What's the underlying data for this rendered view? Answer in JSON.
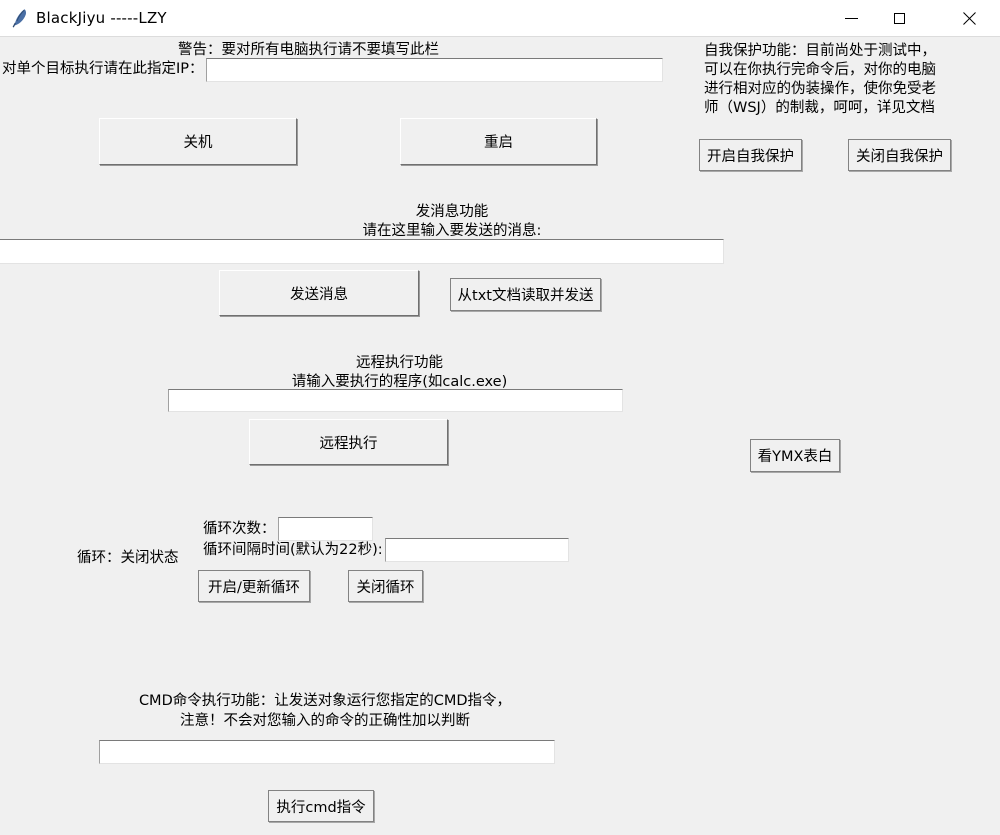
{
  "window": {
    "title": "BlackJiyu -----LZY",
    "icon": "feather-icon",
    "accent_color": "#4a6fa5",
    "background_color": "#f0f0f0",
    "controls": {
      "minimize": "minimize-icon",
      "maximize": "maximize-icon",
      "close": "close-icon"
    }
  },
  "target": {
    "warning": "警告：要对所有电脑执行请不要填写此栏",
    "ip_label": "对单个目标执行请在此指定IP：",
    "ip_value": "",
    "shutdown_button": "关机",
    "restart_button": "重启"
  },
  "self_protect": {
    "description_lines": [
      "自我保护功能：目前尚处于测试中，",
      "可以在你执行完命令后，对你的电脑",
      "进行相对应的伪装操作，使你免受老",
      "师（WSJ）的制裁，呵呵，详见文档"
    ],
    "enable_button": "开启自我保护",
    "disable_button": "关闭自我保护"
  },
  "message": {
    "section_title": "发消息功能",
    "prompt": "请在这里输入要发送的消息:",
    "input_value": "",
    "send_button": "发送消息",
    "read_txt_button": "从txt文档读取并发送"
  },
  "remote_exec": {
    "section_title": "远程执行功能",
    "prompt": "请输入要执行的程序(如calc.exe)",
    "input_value": "",
    "exec_button": "远程执行",
    "ymx_button": "看YMX表白"
  },
  "loop": {
    "status_label": "循环：关闭状态",
    "count_label": "循环次数：",
    "count_value": "",
    "interval_label": "循环间隔时间(默认为22秒):",
    "interval_value": "",
    "start_button": "开启/更新循环",
    "stop_button": "关闭循环"
  },
  "cmd": {
    "description_line1": "CMD命令执行功能：让发送对象运行您指定的CMD指令，",
    "description_line2": "注意！不会对您输入的命令的正确性加以判断",
    "input_value": "",
    "exec_button": "执行cmd指令"
  }
}
